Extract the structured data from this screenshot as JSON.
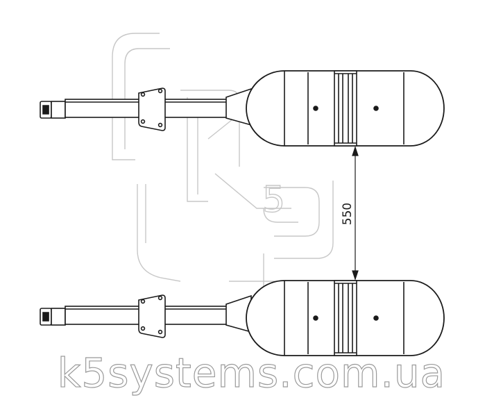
{
  "dimension": {
    "value": "550"
  },
  "watermark": {
    "text": "k5systems.com.ua",
    "logo_text": "K5"
  },
  "colors": {
    "line": "#1a1a1a",
    "watermark": "#9a9a9a",
    "background": "#ffffff"
  }
}
